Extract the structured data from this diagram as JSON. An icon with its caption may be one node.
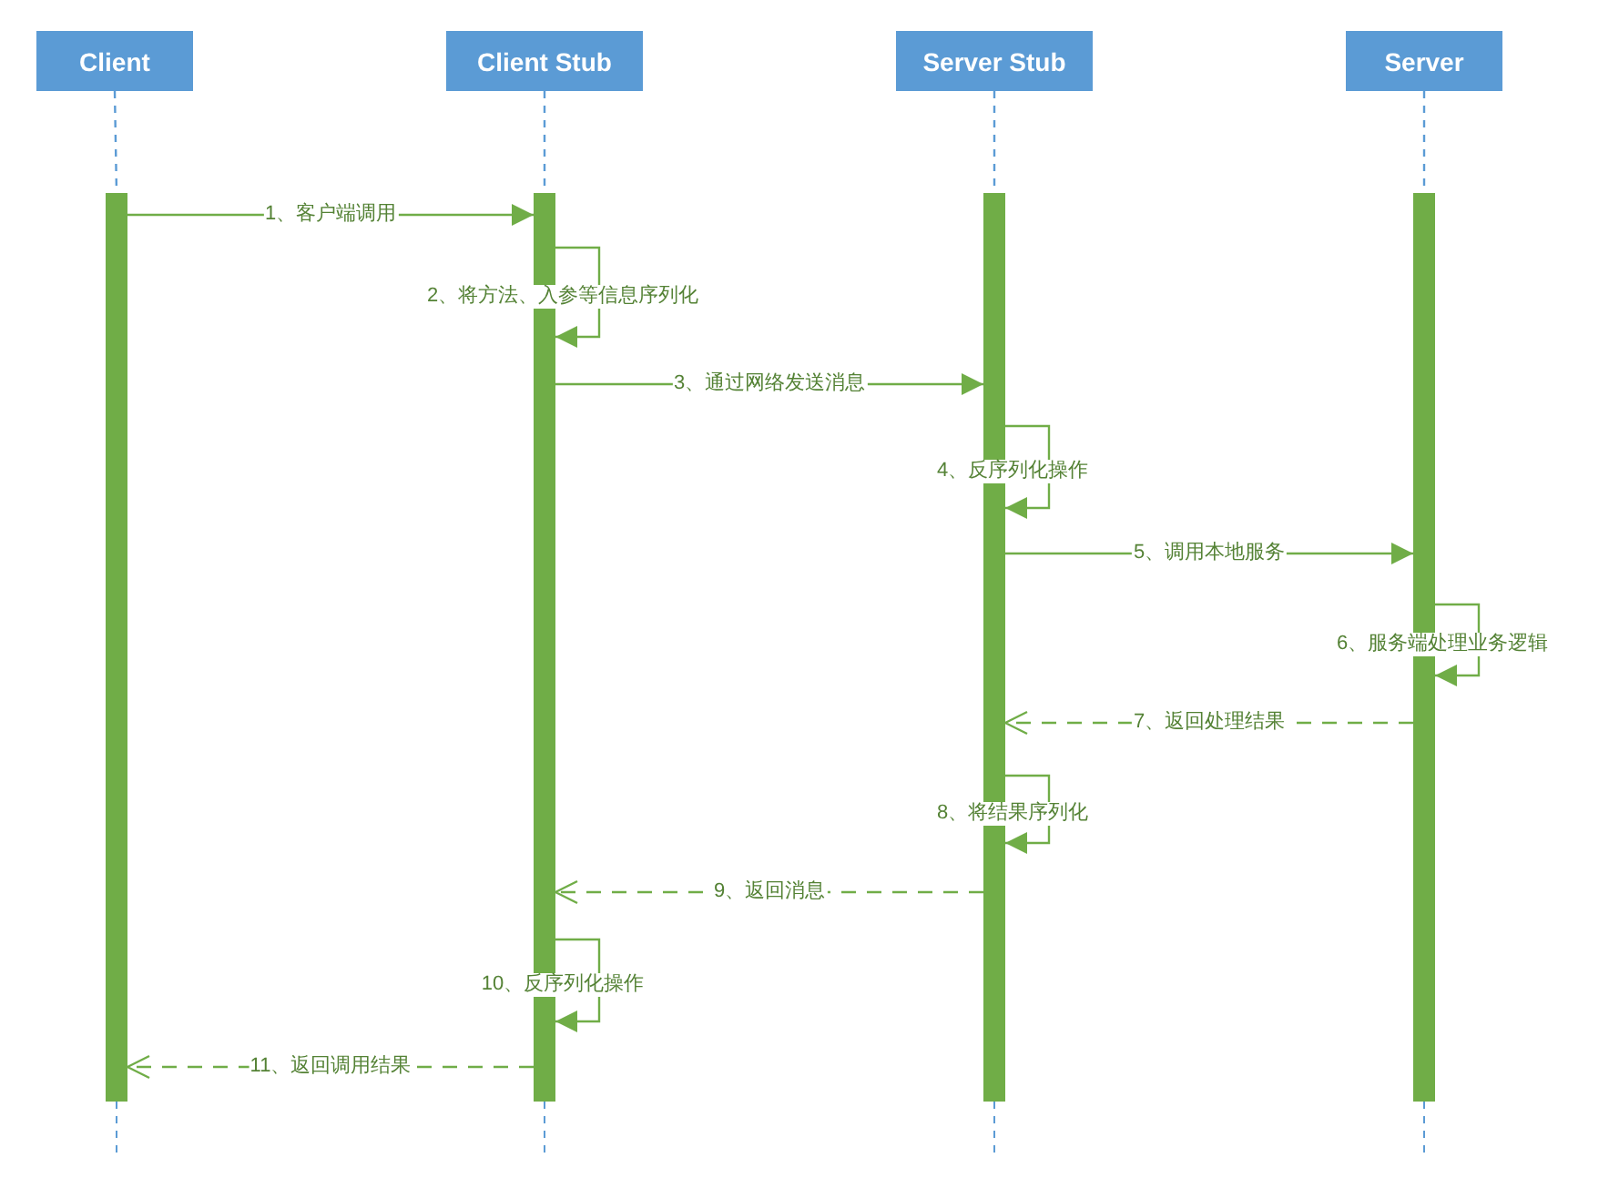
{
  "diagram": {
    "nodes": [
      {
        "text": [
          "Client"
        ]
      },
      {
        "text": [
          "Client Stub"
        ]
      },
      {
        "text": [
          "Server Stub"
        ]
      },
      {
        "text": [
          "Server"
        ]
      },
      {
        "text": [],
        "shape": "bar"
      },
      {
        "text": [],
        "shape": "bar"
      },
      {
        "text": [],
        "shape": "bar"
      },
      {
        "text": [],
        "shape": "bar"
      }
    ],
    "edges": [
      {
        "from": 4,
        "to": 5,
        "arrow": "to",
        "label": "1、客户端调用"
      },
      {
        "from": 5,
        "to": 5,
        "arrow": "to",
        "label": "2、将方法、入参等信息序列化"
      },
      {
        "from": 5,
        "to": 6,
        "arrow": "to",
        "label": "3、通过网络发送消息"
      },
      {
        "from": 6,
        "to": 6,
        "arrow": "to",
        "label": "4、反序列化操作"
      },
      {
        "from": 6,
        "to": 7,
        "arrow": "to",
        "label": "5、调用本地服务"
      },
      {
        "from": 7,
        "to": 7,
        "arrow": "to",
        "label": "6、服务端处理业务逻辑"
      },
      {
        "from": 7,
        "to": 6,
        "arrow": "to",
        "label": "7、返回处理结果",
        "style": "dashed"
      },
      {
        "from": 6,
        "to": 6,
        "arrow": "to",
        "label": "8、将结果序列化"
      },
      {
        "from": 6,
        "to": 5,
        "arrow": "to",
        "label": "9、返回消息",
        "style": "dashed"
      },
      {
        "from": 5,
        "to": 5,
        "arrow": "to",
        "label": "10、反序列化操作"
      },
      {
        "from": 5,
        "to": 4,
        "arrow": "to",
        "label": "11、返回调用结果",
        "style": "dashed"
      },
      {
        "from": 0,
        "to": 4,
        "arrow": "none",
        "style": "dashed",
        "color": "#5b9bd5"
      },
      {
        "from": 1,
        "to": 5,
        "arrow": "none",
        "style": "dashed",
        "color": "#5b9bd5"
      },
      {
        "from": 2,
        "to": 6,
        "arrow": "none",
        "style": "dashed",
        "color": "#5b9bd5"
      },
      {
        "from": 3,
        "to": 7,
        "arrow": "none",
        "style": "dashed",
        "color": "#5b9bd5"
      }
    ]
  }
}
